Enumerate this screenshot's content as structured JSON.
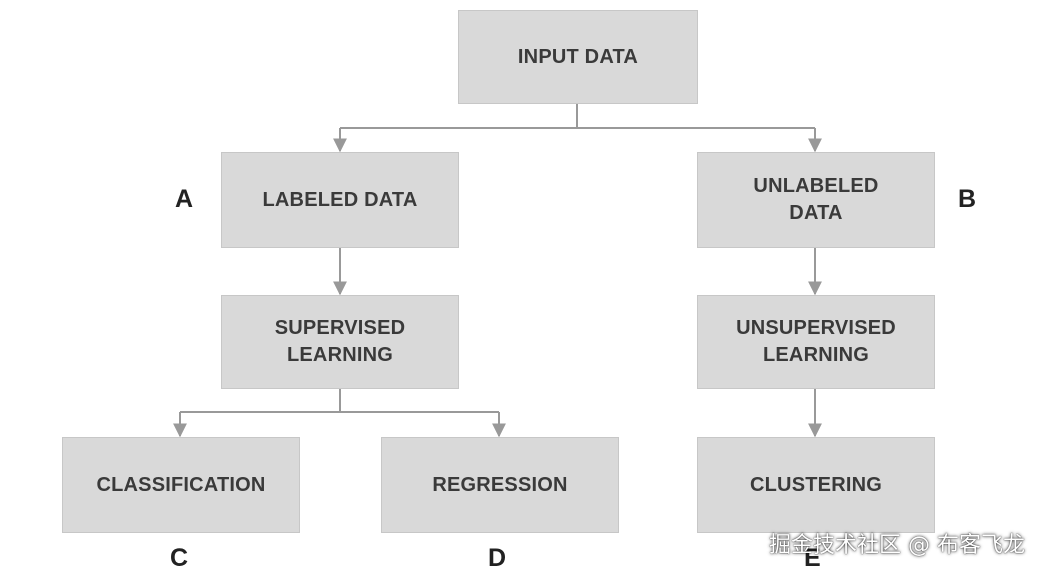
{
  "nodes": {
    "input_data": "INPUT DATA",
    "labeled_data": "LABELED DATA",
    "unlabeled_data": "UNLABELED\nDATA",
    "supervised_learning": "SUPERVISED\nLEARNING",
    "unsupervised_learning": "UNSUPERVISED\nLEARNING",
    "classification": "CLASSIFICATION",
    "regression": "REGRESSION",
    "clustering": "CLUSTERING"
  },
  "letters": {
    "a": "A",
    "b": "B",
    "c": "C",
    "d": "D",
    "e": "E"
  },
  "watermark": "掘金技术社区 @ 布客飞龙",
  "colors": {
    "box_fill": "#d9d9d9",
    "box_border": "#c7c7c7",
    "box_text": "#3a3a3a",
    "connector": "#999999",
    "letter_text": "#222222"
  }
}
